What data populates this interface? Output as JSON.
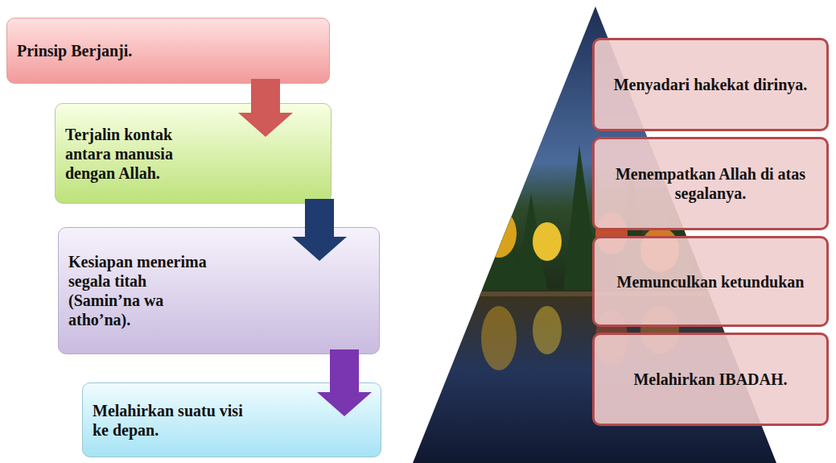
{
  "diagram": {
    "nodes": [
      {
        "text": [
          "Prinsip Berjanji."
        ]
      },
      {
        "text": [
          "Terjalin kontak antara manusia dengan Allah."
        ]
      },
      {
        "text": [
          "Kesiapan menerima segala titah (Samin’na wa atho’na)."
        ]
      },
      {
        "text": [
          "Melahirkan suatu visi ke depan."
        ]
      },
      {
        "text": [
          "Menyadari hakekat dirinya."
        ]
      },
      {
        "text": [
          "Menempatkan Allah di atas segalanya."
        ]
      },
      {
        "text": [
          "Memunculkan ketundukan"
        ]
      },
      {
        "text": [
          "Melahirkan IBADAH."
        ]
      }
    ],
    "edges": [
      {
        "from": 0,
        "to": 1,
        "arrow": "to"
      },
      {
        "from": 1,
        "to": 2,
        "arrow": "to"
      },
      {
        "from": 2,
        "to": 3,
        "arrow": "to"
      }
    ]
  }
}
